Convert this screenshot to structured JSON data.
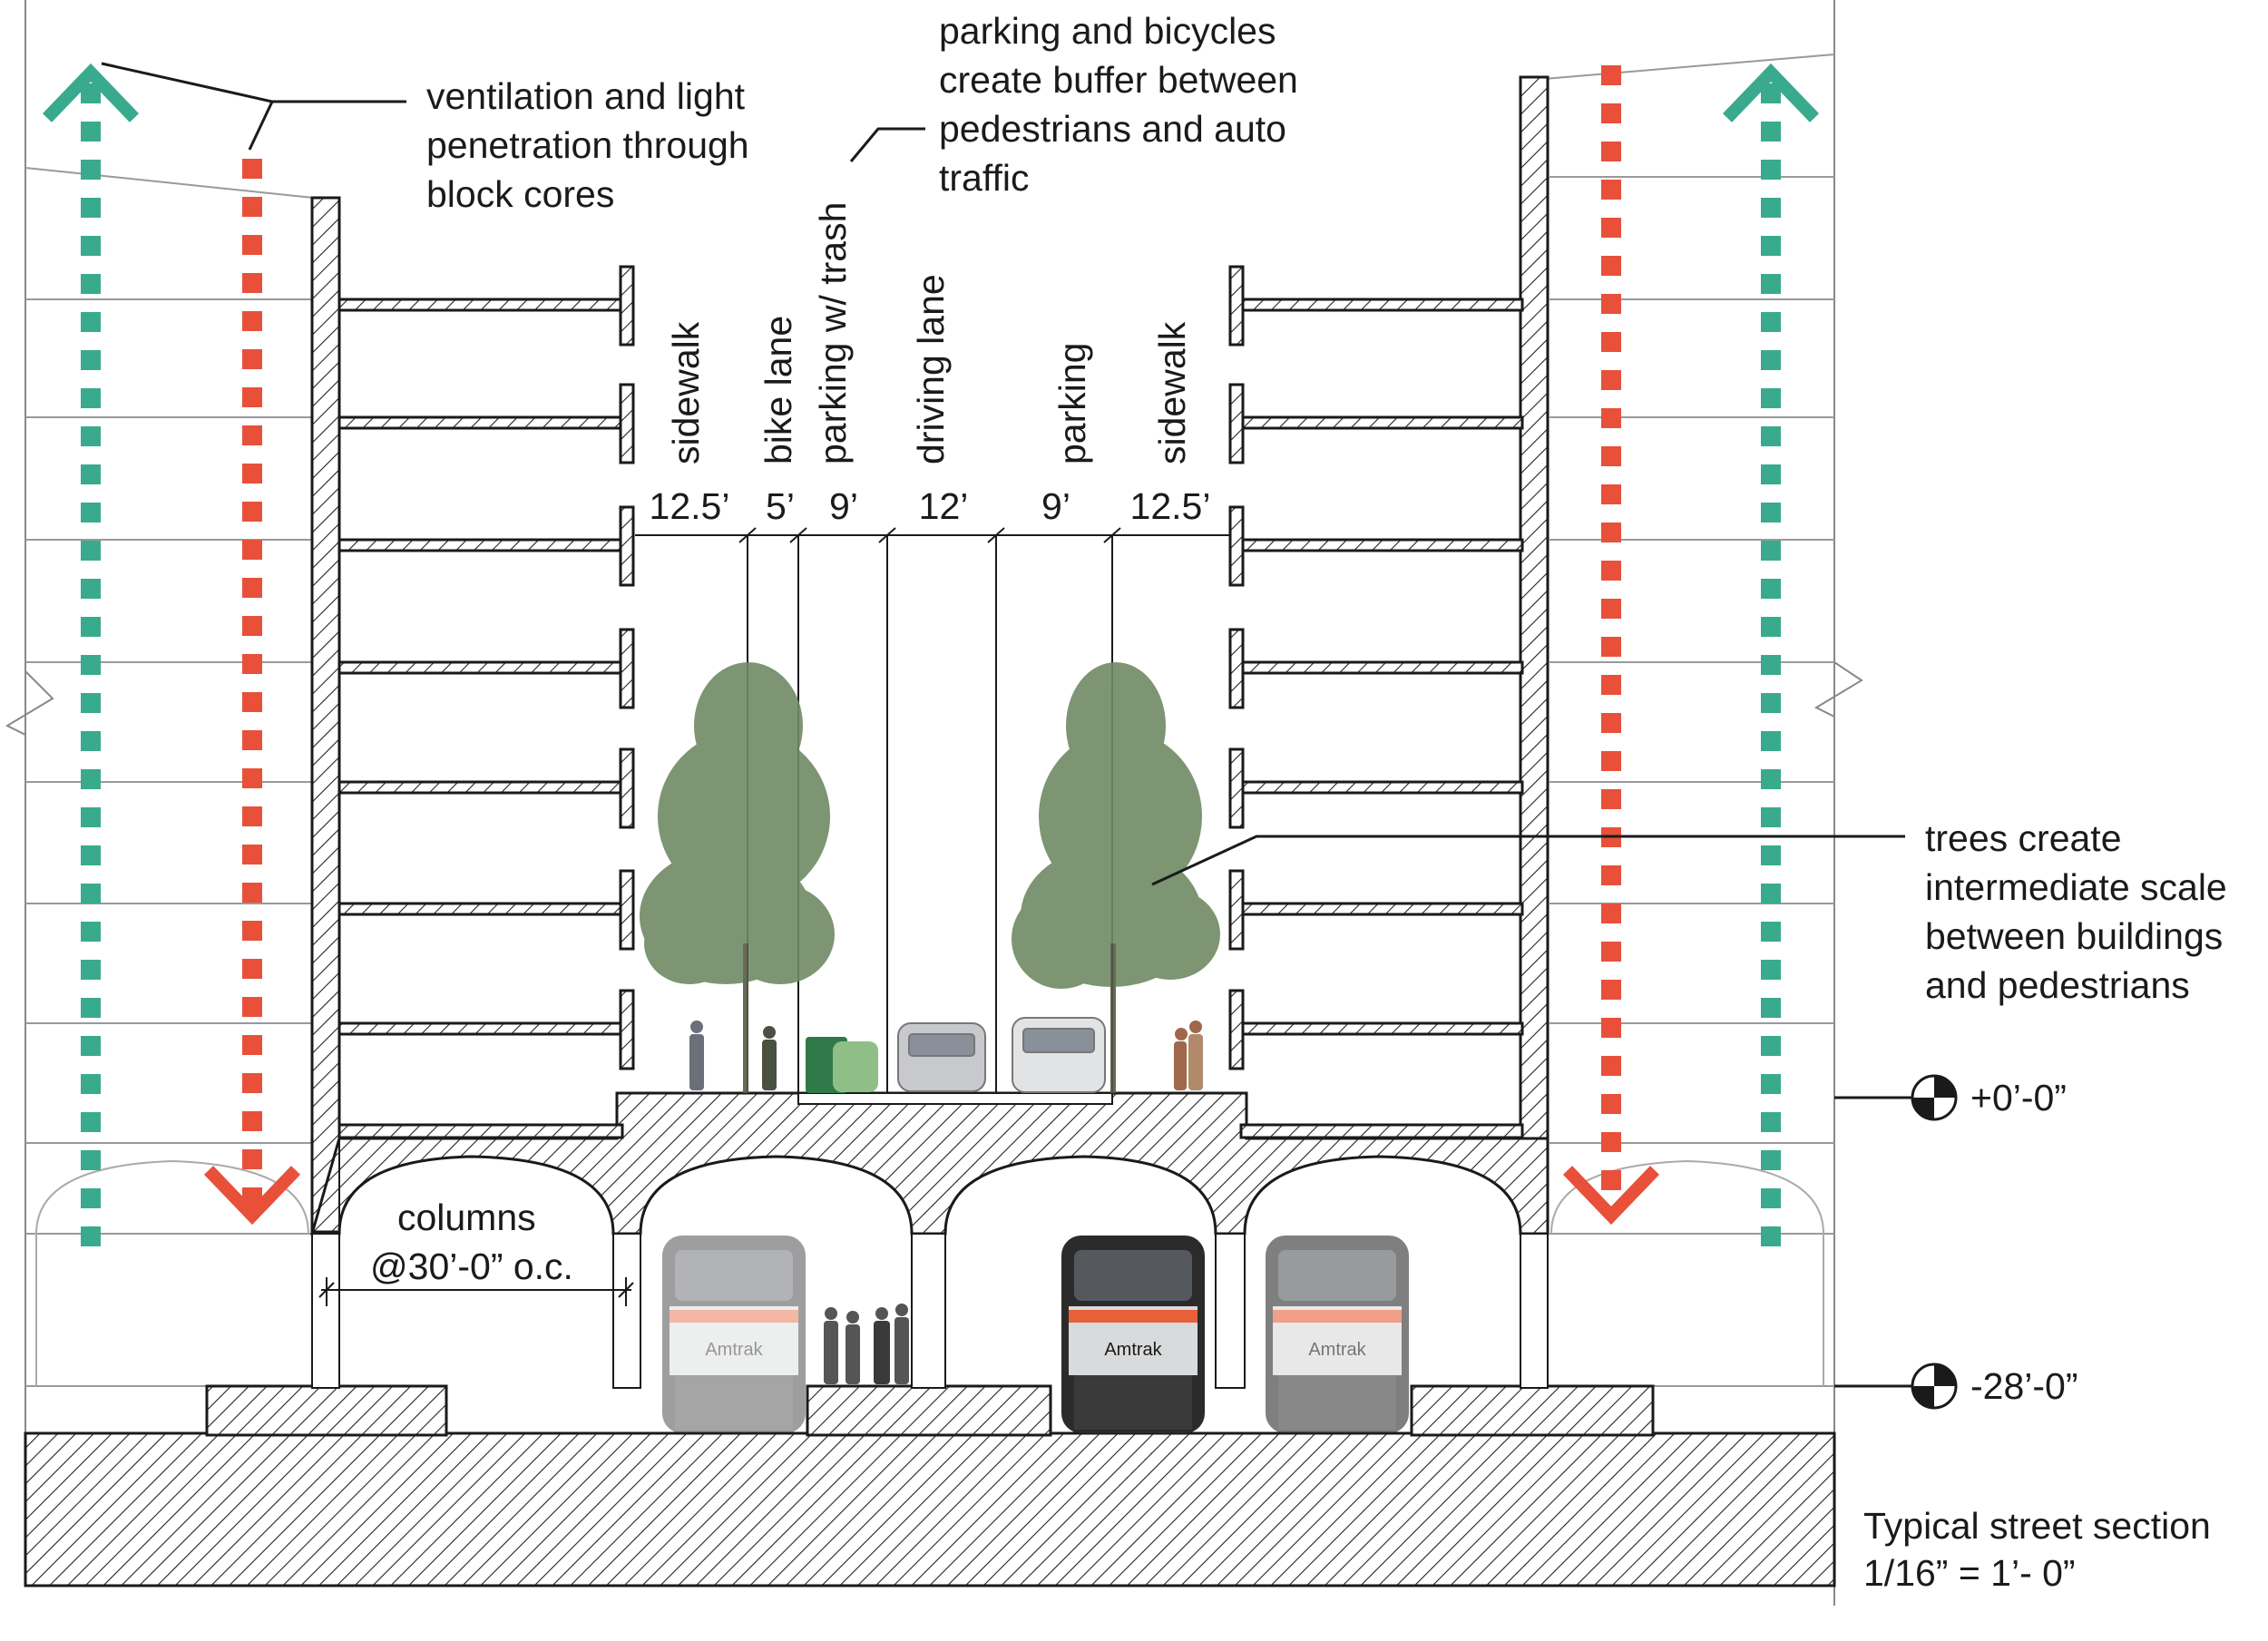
{
  "annotations": {
    "ventilation": [
      "ventilation and light",
      "penetration through",
      "block cores"
    ],
    "buffer": [
      "parking and bicycles",
      "create buffer between",
      "pedestrians and auto",
      "traffic"
    ],
    "trees": [
      "trees create",
      "intermediate scale",
      "between buildings",
      "and pedestrians"
    ],
    "columns": [
      "columns",
      "@30’-0” o.c."
    ]
  },
  "street_zones": [
    {
      "name": "sidewalk",
      "width": "12.5’"
    },
    {
      "name": "bike lane",
      "width": "5’"
    },
    {
      "name": "parking w/ trash",
      "width": "9’"
    },
    {
      "name": "driving lane",
      "width": "12’"
    },
    {
      "name": "parking",
      "width": "9’"
    },
    {
      "name": "sidewalk",
      "width": "12.5’"
    }
  ],
  "elevations": {
    "street": "+0’-0”",
    "tracks": "-28’-0”"
  },
  "trains": {
    "brand": "Amtrak"
  },
  "caption": {
    "title": "Typical street section",
    "scale": "1/16” = 1’- 0”"
  },
  "colors": {
    "ventilation_arrow": "#3aaa8e",
    "light_arrow": "#e8503a",
    "line": "#1a1a1a",
    "tree": "#6f8a63",
    "train_orange": "#e8603a"
  }
}
